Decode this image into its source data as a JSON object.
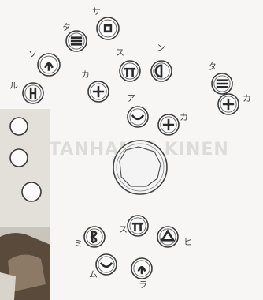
{
  "watermark": "TANHAMIS KINEN",
  "rings": [
    {
      "name": "ring-top-1",
      "kana": "サ",
      "glyph": "b"
    },
    {
      "name": "ring-top-2",
      "kana": "タ",
      "glyph": "theta"
    },
    {
      "name": "ring-top-3",
      "kana": "ソ",
      "glyph": "a"
    },
    {
      "name": "ring-left-1",
      "kana": "ル",
      "glyph": "I"
    },
    {
      "name": "ring-mid-1",
      "kana": "カ",
      "glyph": "plus"
    },
    {
      "name": "ring-mid-2",
      "kana": "ス",
      "glyph": "pi"
    },
    {
      "name": "ring-mid-3",
      "kana": "ン",
      "glyph": "half"
    },
    {
      "name": "ring-right-1",
      "kana": "タ",
      "glyph": "theta"
    },
    {
      "name": "ring-right-2",
      "kana": "カ",
      "glyph": "plus"
    },
    {
      "name": "ring-inner-1",
      "kana": "ア",
      "glyph": "cup"
    },
    {
      "name": "ring-inner-2",
      "kana": "カ",
      "glyph": "plus"
    },
    {
      "name": "ring-lower-1",
      "kana": "ス",
      "glyph": "pi"
    },
    {
      "name": "ring-lower-2",
      "kana": "ミ",
      "glyph": "B"
    },
    {
      "name": "ring-lower-3",
      "kana": "ヒ",
      "glyph": "tri"
    },
    {
      "name": "ring-lower-4",
      "kana": "ム",
      "glyph": "cup"
    },
    {
      "name": "ring-lower-5",
      "kana": "ラ",
      "glyph": "a"
    }
  ]
}
